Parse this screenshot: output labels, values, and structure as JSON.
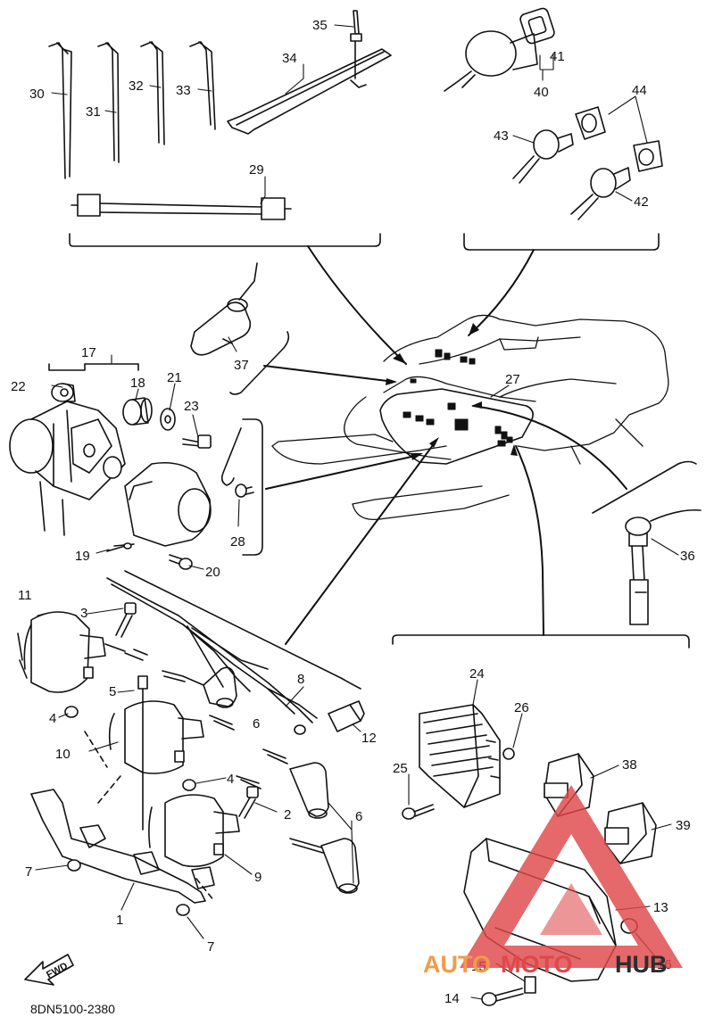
{
  "diagram": {
    "document_code": "8DN5100-2380",
    "fwd_label": "FWD",
    "callouts": [
      "1",
      "2",
      "3",
      "4",
      "4",
      "5",
      "6",
      "6",
      "7",
      "7",
      "8",
      "9",
      "10",
      "11",
      "12",
      "13",
      "14",
      "15",
      "16",
      "17",
      "18",
      "19",
      "20",
      "21",
      "22",
      "23",
      "24",
      "25",
      "26",
      "27",
      "28",
      "29",
      "30",
      "31",
      "32",
      "33",
      "34",
      "35",
      "36",
      "37",
      "38",
      "39",
      "40",
      "41",
      "42",
      "43",
      "44"
    ]
  },
  "watermark": {
    "part1": "AUTO",
    "part2": "MOTO",
    "part3": "HUB",
    "colors": {
      "orange": "#f39a4a",
      "red": "#e0484a",
      "dark": "#2d2d2d"
    }
  }
}
